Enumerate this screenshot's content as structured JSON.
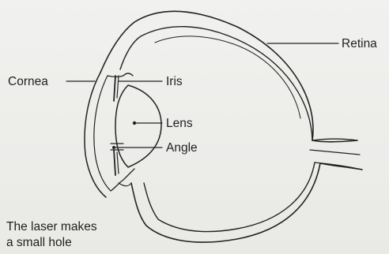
{
  "diagram": {
    "labels": {
      "retina": "Retina",
      "cornea": "Cornea",
      "iris": "Iris",
      "lens": "Lens",
      "angle": "Angle"
    },
    "caption": {
      "line1": "The laser makes",
      "line2": "a small hole"
    },
    "colors": {
      "stroke": "#222222",
      "background": "#ededeb"
    }
  }
}
